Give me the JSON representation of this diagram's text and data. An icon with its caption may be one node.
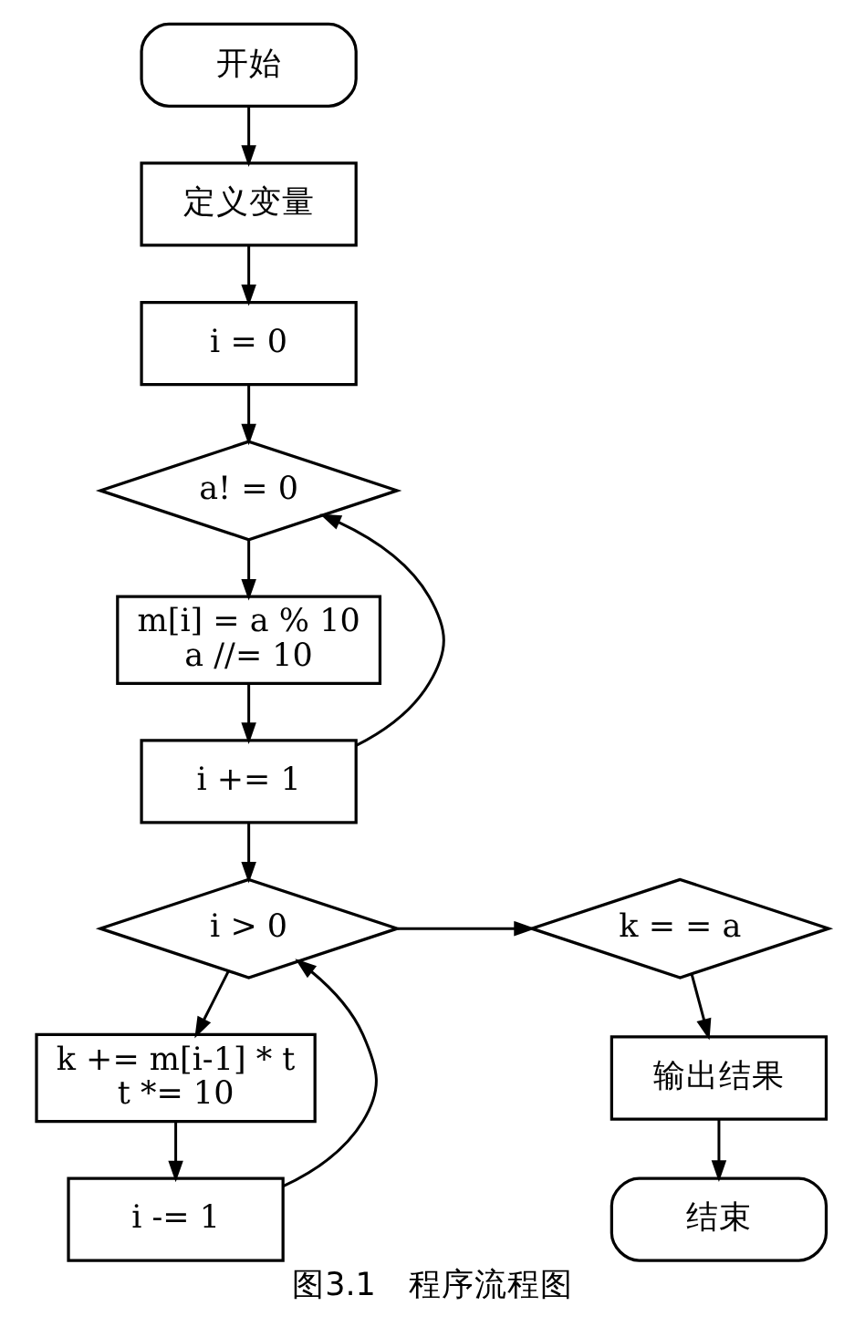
{
  "diagram": {
    "caption": "图3.1　程序流程图",
    "nodes": [
      {
        "text": [
          "开始"
        ]
      },
      {
        "text": [
          "定义变量"
        ]
      },
      {
        "text": [
          "i = 0"
        ]
      },
      {
        "text": [
          "a! = 0"
        ]
      },
      {
        "text": [
          "m[i] = a % 10",
          "a //= 10"
        ]
      },
      {
        "text": [
          "i += 1"
        ]
      },
      {
        "text": [
          "i > 0"
        ]
      },
      {
        "text": [
          "k = = a"
        ]
      },
      {
        "text": [
          "k += m[i-1] * t",
          "t *= 10"
        ]
      },
      {
        "text": [
          "输出结果"
        ]
      },
      {
        "text": [
          "i -= 1"
        ]
      },
      {
        "text": [
          "结束"
        ]
      }
    ],
    "edges": [
      {
        "from": 0,
        "to": 1,
        "arrow": "to"
      },
      {
        "from": 1,
        "to": 2,
        "arrow": "to"
      },
      {
        "from": 2,
        "to": 3,
        "arrow": "to"
      },
      {
        "from": 3,
        "to": 4,
        "arrow": "to"
      },
      {
        "from": 4,
        "to": 5,
        "arrow": "to"
      },
      {
        "from": 5,
        "to": 3,
        "arrow": "to"
      },
      {
        "from": 5,
        "to": 6,
        "arrow": "to"
      },
      {
        "from": 6,
        "to": 7,
        "arrow": "to"
      },
      {
        "from": 6,
        "to": 8,
        "arrow": "to"
      },
      {
        "from": 8,
        "to": 10,
        "arrow": "to"
      },
      {
        "from": 10,
        "to": 6,
        "arrow": "to"
      },
      {
        "from": 7,
        "to": 9,
        "arrow": "to"
      },
      {
        "from": 9,
        "to": 11,
        "arrow": "to"
      }
    ]
  }
}
